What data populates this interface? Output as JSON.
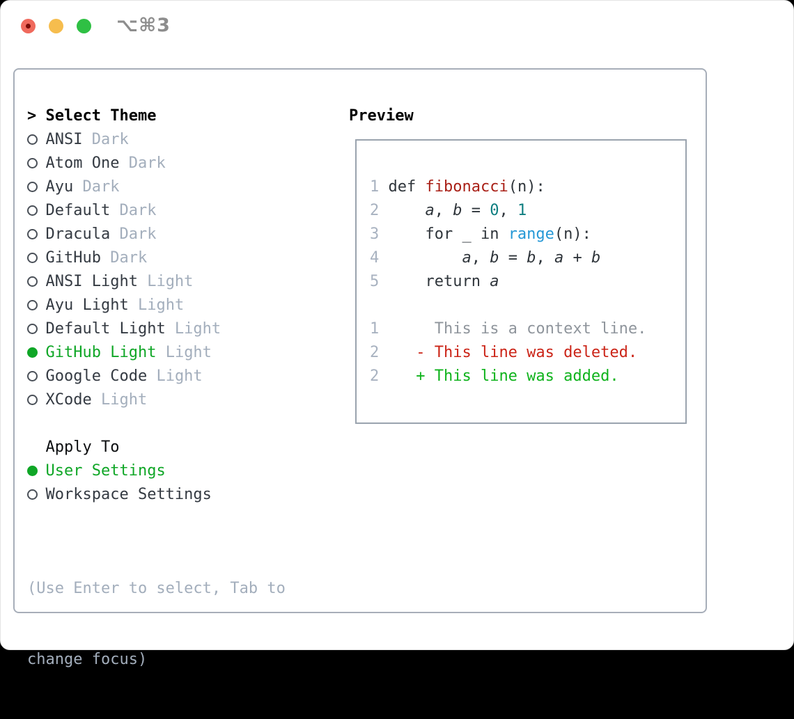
{
  "window": {
    "title": "⌥⌘3",
    "traffic_lights": [
      "close",
      "minimize",
      "zoom"
    ]
  },
  "theme_picker": {
    "header": {
      "prompt": ">",
      "label": "Select Theme"
    },
    "items": [
      {
        "name": "ANSI",
        "variant": "Dark",
        "selected": false
      },
      {
        "name": "Atom One",
        "variant": "Dark",
        "selected": false
      },
      {
        "name": "Ayu",
        "variant": "Dark",
        "selected": false
      },
      {
        "name": "Default",
        "variant": "Dark",
        "selected": false
      },
      {
        "name": "Dracula",
        "variant": "Dark",
        "selected": false
      },
      {
        "name": "GitHub",
        "variant": "Dark",
        "selected": false
      },
      {
        "name": "ANSI Light",
        "variant": "Light",
        "selected": false
      },
      {
        "name": "Ayu Light",
        "variant": "Light",
        "selected": false
      },
      {
        "name": "Default Light",
        "variant": "Light",
        "selected": false
      },
      {
        "name": "GitHub Light",
        "variant": "Light",
        "selected": true
      },
      {
        "name": "Google Code",
        "variant": "Light",
        "selected": false
      },
      {
        "name": "XCode",
        "variant": "Light",
        "selected": false
      }
    ],
    "apply_to": {
      "label": "Apply To",
      "options": [
        {
          "name": "User Settings",
          "selected": true
        },
        {
          "name": "Workspace Settings",
          "selected": false
        }
      ]
    },
    "hint_lines": [
      "(Use Enter to select, Tab to",
      "change focus)"
    ]
  },
  "preview": {
    "header": "Preview",
    "code_lines": [
      {
        "num": "1",
        "segments": [
          {
            "text": "def ",
            "style": "code"
          },
          {
            "text": "fibonacci",
            "style": "fn"
          },
          {
            "text": "(n):",
            "style": "code"
          }
        ]
      },
      {
        "num": "2",
        "segments": [
          {
            "text": "    ",
            "style": "code"
          },
          {
            "text": "a",
            "style": "var"
          },
          {
            "text": ", ",
            "style": "code"
          },
          {
            "text": "b",
            "style": "var"
          },
          {
            "text": " = ",
            "style": "code"
          },
          {
            "text": "0",
            "style": "num"
          },
          {
            "text": ", ",
            "style": "code"
          },
          {
            "text": "1",
            "style": "num"
          }
        ]
      },
      {
        "num": "3",
        "segments": [
          {
            "text": "    for _ in ",
            "style": "code"
          },
          {
            "text": "range",
            "style": "builtin"
          },
          {
            "text": "(n):",
            "style": "code"
          }
        ]
      },
      {
        "num": "4",
        "segments": [
          {
            "text": "        ",
            "style": "code"
          },
          {
            "text": "a",
            "style": "var"
          },
          {
            "text": ", ",
            "style": "code"
          },
          {
            "text": "b",
            "style": "var"
          },
          {
            "text": " = ",
            "style": "code"
          },
          {
            "text": "b",
            "style": "var"
          },
          {
            "text": ", ",
            "style": "code"
          },
          {
            "text": "a",
            "style": "var"
          },
          {
            "text": " + ",
            "style": "code"
          },
          {
            "text": "b",
            "style": "var"
          }
        ]
      },
      {
        "num": "5",
        "segments": [
          {
            "text": "    return ",
            "style": "code"
          },
          {
            "text": "a",
            "style": "var"
          }
        ]
      },
      {
        "num": "",
        "segments": []
      },
      {
        "num": "1",
        "segments": [
          {
            "text": "     This is a context line.",
            "style": "ctx"
          }
        ]
      },
      {
        "num": "2",
        "segments": [
          {
            "text": "   - This line was deleted.",
            "style": "del"
          }
        ]
      },
      {
        "num": "2",
        "segments": [
          {
            "text": "   + This line was added.",
            "style": "add"
          }
        ]
      }
    ]
  },
  "colors": {
    "selection_green": "#0fa626",
    "added_green": "#0fb31c",
    "deleted_red": "#cb2417",
    "function_red": "#a92017",
    "number_teal": "#0d7e80",
    "builtin_blue": "#2598d6",
    "muted_gray": "#a3aebc",
    "context_gray": "#8f959c",
    "text_dark": "#343a42",
    "panel_border": "#a7aeb9",
    "traffic_red": "#f06a5d",
    "traffic_yellow": "#f6bd4e",
    "traffic_green": "#2fc044"
  }
}
